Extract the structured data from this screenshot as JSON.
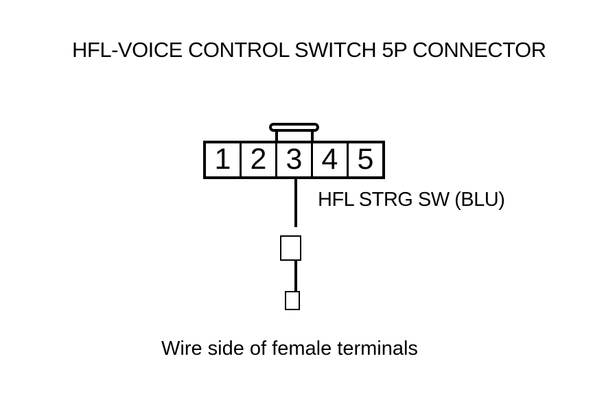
{
  "colors": {
    "line": "#000000",
    "background": "#ffffff"
  },
  "diagram": {
    "title": "HFL-VOICE CONTROL SWITCH 5P CONNECTOR",
    "connector": {
      "pins": [
        "1",
        "2",
        "3",
        "4",
        "5"
      ],
      "wire": {
        "from_pin": "3",
        "label": "HFL STRG SW (BLU)"
      }
    },
    "caption": "Wire side of female terminals"
  }
}
